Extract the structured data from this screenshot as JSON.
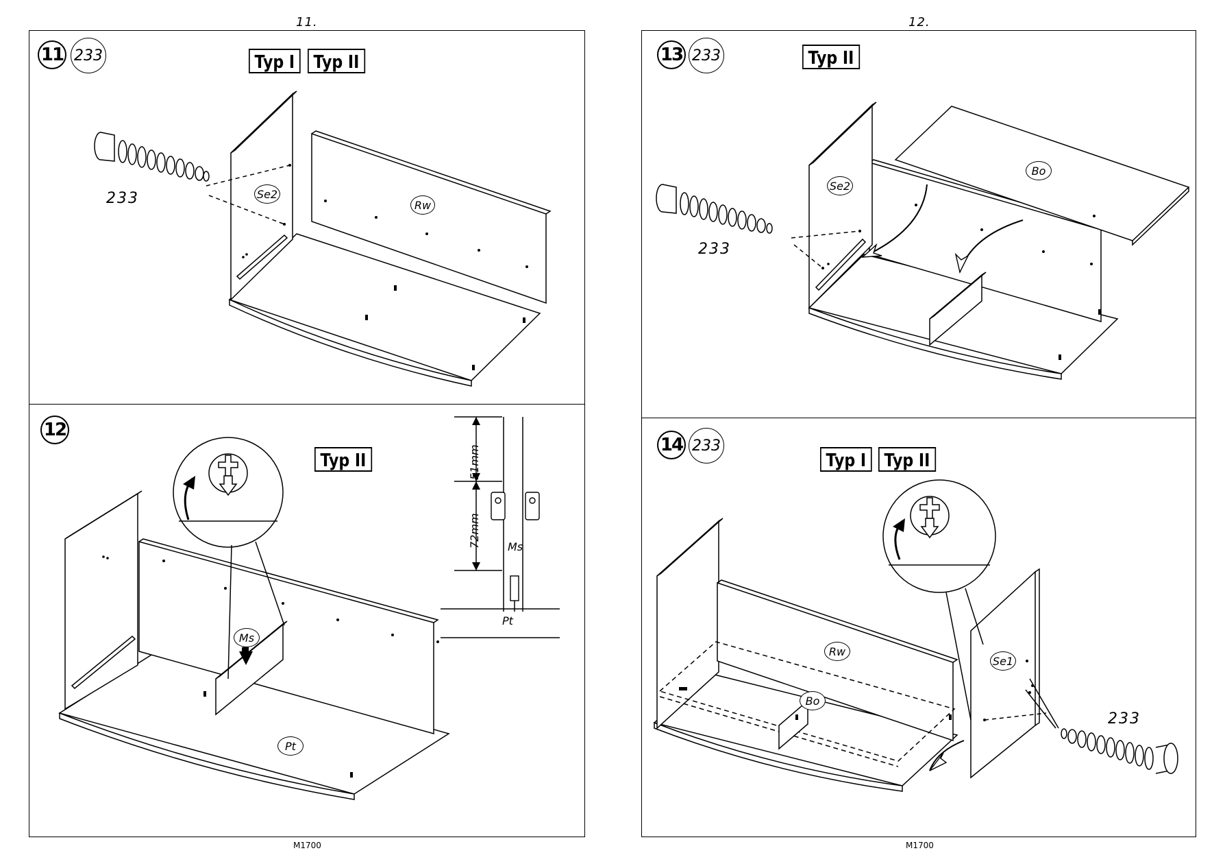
{
  "pages": [
    {
      "number": "11.",
      "footer": "M1700"
    },
    {
      "number": "12.",
      "footer": "M1700"
    }
  ],
  "steps": {
    "s11": {
      "step": "11",
      "part_ref": "233",
      "typ_labels": [
        "Typ I",
        "Typ II"
      ],
      "screw_label": "233",
      "parts": {
        "side": "Se2",
        "back": "Rw"
      }
    },
    "s12": {
      "step": "12",
      "typ_labels": [
        "Typ II"
      ],
      "parts": {
        "divider": "Ms",
        "bottom": "Pt"
      },
      "dims": {
        "upper": "51mm",
        "lower": "72mm"
      },
      "detail": {
        "divider": "Ms",
        "bottom": "Pt"
      }
    },
    "s13": {
      "step": "13",
      "part_ref": "233",
      "typ_labels": [
        "Typ II"
      ],
      "screw_label": "233",
      "parts": {
        "side": "Se2",
        "top": "Bo"
      }
    },
    "s14": {
      "step": "14",
      "part_ref": "233",
      "typ_labels": [
        "Typ I",
        "Typ II"
      ],
      "screw_label": "233",
      "parts": {
        "back": "Rw",
        "top": "Bo",
        "side": "Se1"
      }
    }
  }
}
